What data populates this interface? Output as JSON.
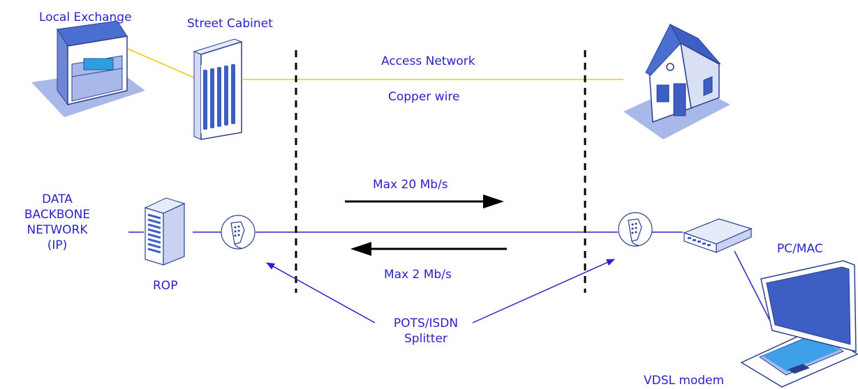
{
  "labels": {
    "local_exchange": "Local Exchange",
    "street_cabinet": "Street Cabinet",
    "access_network": "Access Network",
    "copper_wire": "Copper wire",
    "max_down": "Max 20 Mb/s",
    "max_up": "Max 2 Mb/s",
    "data_backbone": [
      "DATA",
      "BACKBONE",
      "NETWORK",
      "(IP)"
    ],
    "rop": "ROP",
    "splitter": [
      "POTS/ISDN",
      "Splitter"
    ],
    "pc_mac": "PC/MAC",
    "vdsl_modem": "VDSL modem"
  },
  "colors": {
    "label_text": "#2a22c8",
    "signal_line": "#2a22c8",
    "copper_line": "#f5c518",
    "icon_blue": "#3d5fc4",
    "icon_light": "#a8b8e8",
    "roof_blue": "#4a6fd0",
    "arrow_black": "#000000",
    "boundary_dash": "#000000"
  }
}
